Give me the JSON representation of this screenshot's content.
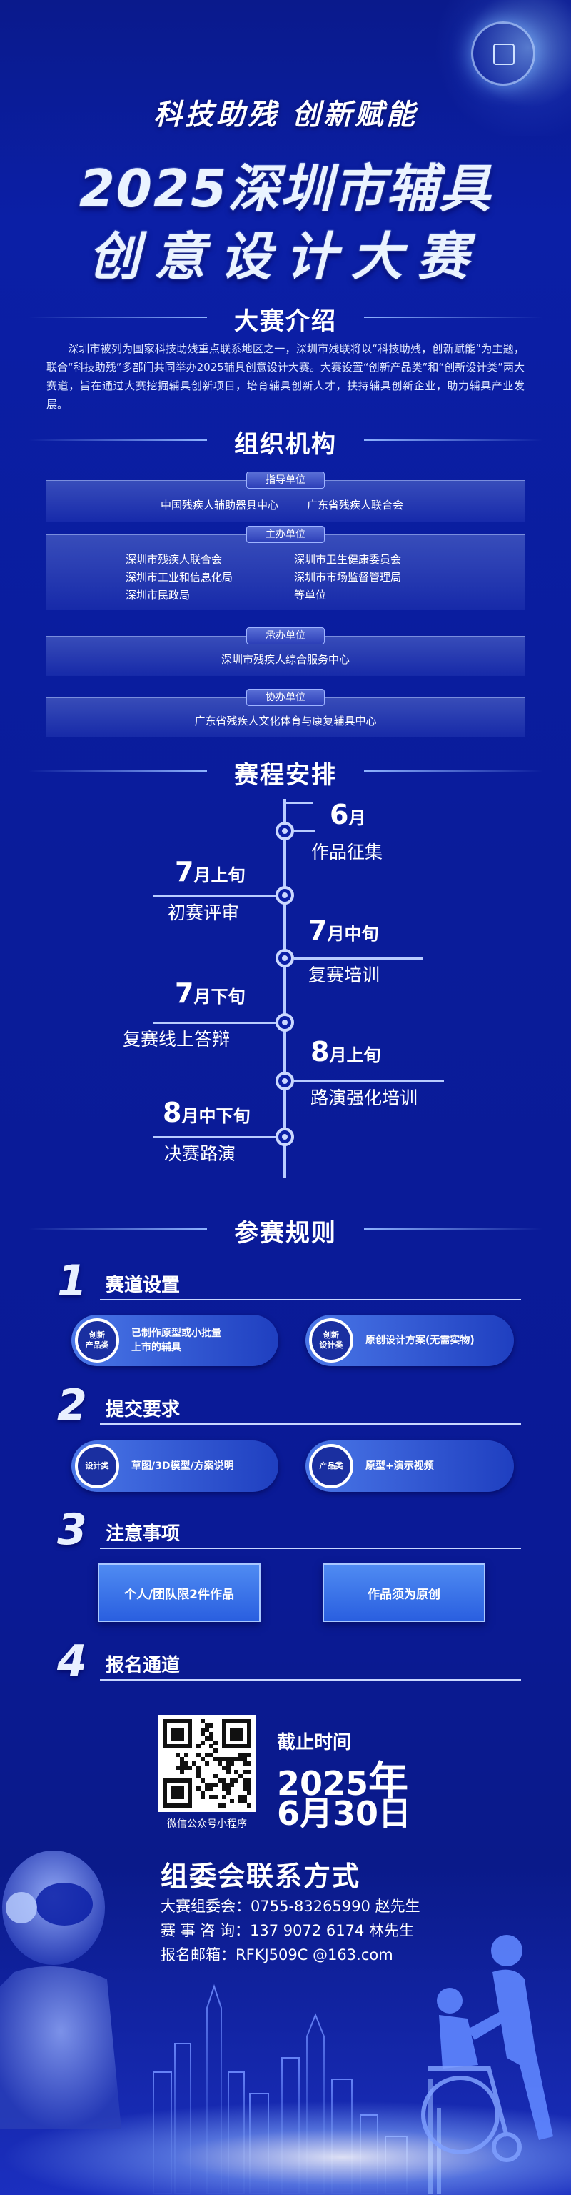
{
  "header": {
    "slogan": "科技助残  创新赋能",
    "title_line1": "2025深圳市辅具",
    "title_line2": "创意设计大赛"
  },
  "intro": {
    "heading": "大赛介绍",
    "text": "深圳市被列为国家科技助残重点联系地区之一，深圳市残联将以“科技助残，创新赋能”为主题，联合“科技助残”多部门共同举办2025辅具创意设计大赛。大赛设置“创新产品类”和“创新设计类”两大赛道，旨在通过大赛挖掘辅具创新项目，培育辅具创新人才，扶持辅具创新企业，助力辅具产业发展。"
  },
  "organizations": {
    "heading": "组织机构",
    "guide": {
      "tag": "指导单位",
      "left": "中国残疾人辅助器具中心",
      "right": "广东省残疾人联合会"
    },
    "host": {
      "tag": "主办单位",
      "col1": [
        "深圳市残疾人联合会",
        "深圳市工业和信息化局",
        "深圳市民政局"
      ],
      "col2": [
        "深圳市卫生健康委员会",
        "深圳市市场监督管理局",
        "等单位"
      ]
    },
    "undertake": {
      "tag": "承办单位",
      "name": "深圳市残疾人综合服务中心"
    },
    "assist": {
      "tag": "协办单位",
      "name": "广东省残疾人文化体育与康复辅具中心"
    }
  },
  "schedule": {
    "heading": "赛程安排",
    "items": [
      {
        "num": "6",
        "suffix": "月",
        "event": "作品征集"
      },
      {
        "num": "7",
        "suffix": "月上旬",
        "event": "初赛评审"
      },
      {
        "num": "7",
        "suffix": "月中旬",
        "event": "复赛培训"
      },
      {
        "num": "7",
        "suffix": "月下旬",
        "event": "复赛线上答辩"
      },
      {
        "num": "8",
        "suffix": "月上旬",
        "event": "路演强化培训"
      },
      {
        "num": "8",
        "suffix": "月中下旬",
        "event": "决赛路演"
      }
    ]
  },
  "rules": {
    "heading": "参赛规则",
    "sections": [
      {
        "num": "1",
        "title": "赛道设置",
        "pills": [
          {
            "badge": "创新\n产品类",
            "text": "已制作原型或小批量\n上市的辅具"
          },
          {
            "badge": "创新\n设计类",
            "text": "原创设计方案(无需实物)"
          }
        ]
      },
      {
        "num": "2",
        "title": "提交要求",
        "pills": [
          {
            "badge": "设计类",
            "text": "草图/3D模型/方案说明"
          },
          {
            "badge": "产品类",
            "text": "原型+演示视频"
          }
        ]
      },
      {
        "num": "3",
        "title": "注意事项",
        "notes": [
          "个人/团队限2件作品",
          "作品须为原创"
        ]
      },
      {
        "num": "4",
        "title": "报名通道"
      }
    ]
  },
  "registration": {
    "qr_caption": "微信公众号小程序",
    "deadline_label": "截止时间",
    "deadline_year": "2025",
    "deadline_year_suffix": "年",
    "deadline_date": "6月30日"
  },
  "contact": {
    "heading": "组委会联系方式",
    "lines": [
      "大赛组委会：0755-83265990  赵先生",
      "赛 事 咨 询：137 9072 6174  林先生",
      "报名邮箱：RFKJ509C @163.com"
    ]
  },
  "colors": {
    "background": "#0b1fa6",
    "accent": "#4a77e8",
    "line": "#b9ccff"
  }
}
